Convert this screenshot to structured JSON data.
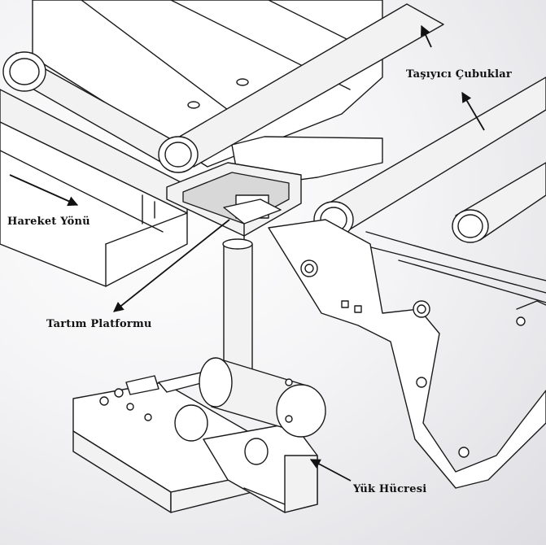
{
  "labels": {
    "carrier_rods": "Taşıyıcı Çubuklar",
    "movement_direction": "Hareket Yönü",
    "weighing_platform": "Tartım Platformu",
    "load_cell": "Yük Hücresi"
  },
  "colors": {
    "line": "#1a1a1a",
    "background": "#f4f4f6",
    "text": "#111111"
  }
}
